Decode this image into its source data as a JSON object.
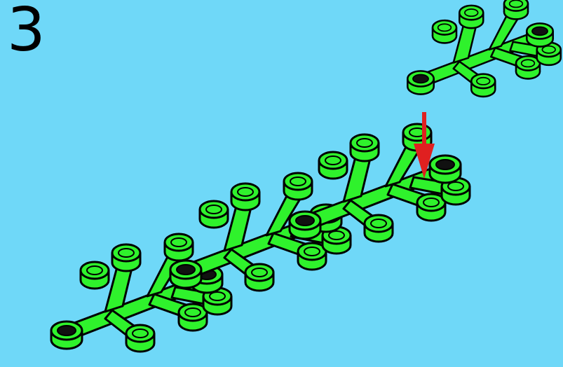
{
  "step": {
    "number": "3"
  },
  "colors": {
    "background": "#6fd8f8",
    "brick_green": "#2ff22c",
    "brick_outline": "#000000",
    "arrow": "#e02020"
  },
  "illustration": {
    "sub_assembly": "leaf-plate",
    "base_assembly_leaf_count": 3,
    "action_arrow": "arrow-down"
  }
}
